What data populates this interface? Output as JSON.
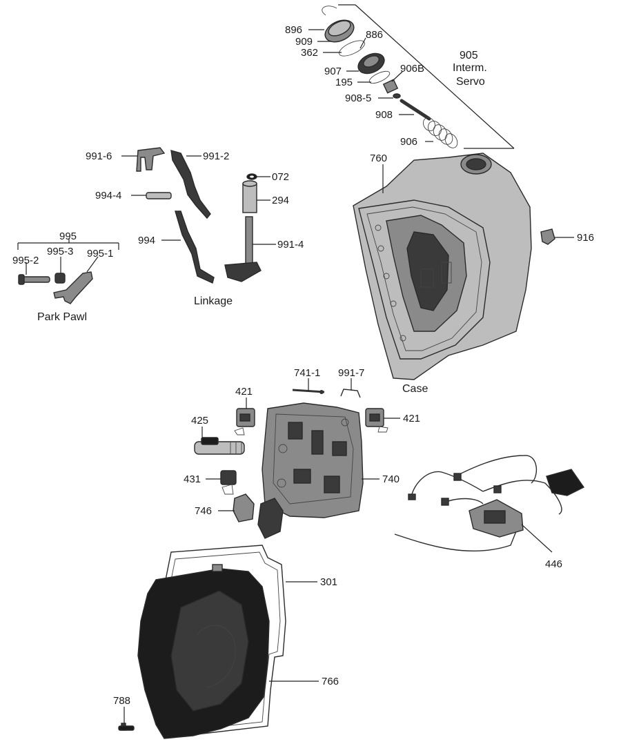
{
  "labels": {
    "p896": "896",
    "p909": "909",
    "p362": "362",
    "p886": "886",
    "p907": "907",
    "p195": "195",
    "p906b": "906B",
    "p908_5": "908-5",
    "p908": "908",
    "p906": "906",
    "p905": "905",
    "p991_6": "991-6",
    "p991_2": "991-2",
    "p072": "072",
    "p294": "294",
    "p994_4": "994-4",
    "p994": "994",
    "p991_4": "991-4",
    "p995": "995",
    "p995_2": "995-2",
    "p995_3": "995-3",
    "p995_1": "995-1",
    "p760": "760",
    "p916": "916",
    "p741_1": "741-1",
    "p991_7": "991-7",
    "p421a": "421",
    "p421b": "421",
    "p425": "425",
    "p431": "431",
    "p746": "746",
    "p740": "740",
    "p446": "446",
    "p301": "301",
    "p766": "766",
    "p788": "788"
  },
  "groups": {
    "servo_line1": "Interm.",
    "servo_line2": "Servo",
    "linkage": "Linkage",
    "park_pawl": "Park Pawl",
    "case": "Case"
  }
}
